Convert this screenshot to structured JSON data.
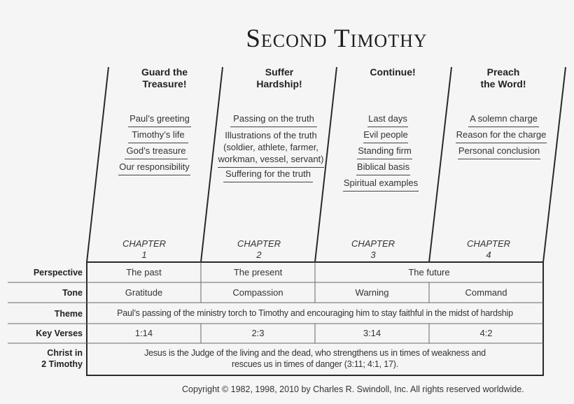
{
  "title": "Second Timothy",
  "columns": [
    {
      "heading_line1": "Guard the",
      "heading_line2": "Treasure!",
      "sections": [
        "Paul’s greeting",
        "Timothy’s life",
        "God’s treasure",
        "Our responsibility"
      ],
      "chapter_label": "CHAPTER",
      "chapter_number": "1"
    },
    {
      "heading_line1": "Suffer",
      "heading_line2": "Hardship!",
      "sections": [
        "Passing on the truth",
        "Illustrations of the truth",
        "(soldier, athlete, farmer,",
        "workman, vessel, servant)",
        "Suffering for the truth"
      ],
      "chapter_label": "CHAPTER",
      "chapter_number": "2"
    },
    {
      "heading_line1": "Continue!",
      "heading_line2": "",
      "sections": [
        "Last days",
        "Evil people",
        "Standing firm",
        "Biblical basis",
        "Spiritual examples"
      ],
      "chapter_label": "CHAPTER",
      "chapter_number": "3"
    },
    {
      "heading_line1": "Preach",
      "heading_line2": "the Word!",
      "sections": [
        "A solemn charge",
        "Reason for the charge",
        "Personal conclusion"
      ],
      "chapter_label": "CHAPTER",
      "chapter_number": "4"
    }
  ],
  "table": {
    "rows": [
      {
        "label": "Perspective",
        "cells": [
          "The past",
          "The present",
          "The future"
        ]
      },
      {
        "label": "Tone",
        "cells": [
          "Gratitude",
          "Compassion",
          "Warning",
          "Command"
        ]
      },
      {
        "label": "Theme",
        "cells": [
          "Paul’s passing of the ministry torch to Timothy and encouraging him to stay faithful in the midst of hardship"
        ]
      },
      {
        "label": "Key Verses",
        "cells": [
          "1:14",
          "2:3",
          "3:14",
          "4:2"
        ]
      },
      {
        "label_line1": "Christ in",
        "label_line2": "2 Timothy",
        "cells_line1": "Jesus is the Judge of the living and the dead, who strengthens us in times of weakness and",
        "cells_line2": "rescues us in times of danger (3:11; 4:1, 17)."
      }
    ]
  },
  "copyright": "Copyright © 1982, 1998, 2010 by Charles R. Swindoll, Inc. All rights reserved worldwide."
}
